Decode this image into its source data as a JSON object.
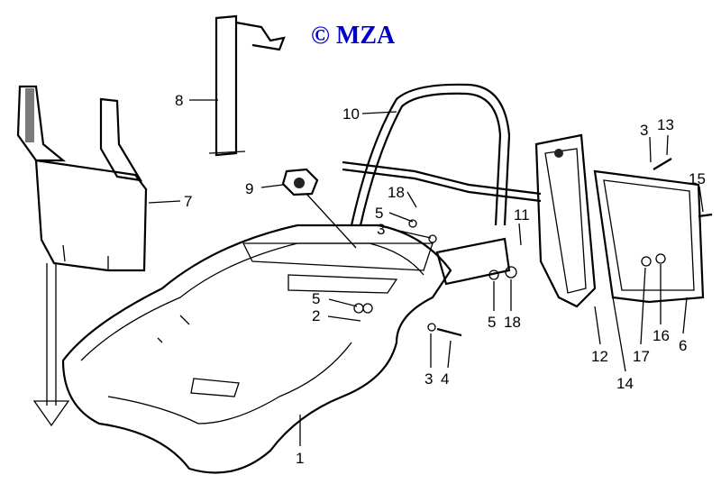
{
  "copyright": "© MZA",
  "colors": {
    "copyright": "#0000cc",
    "ink": "#000000",
    "background": "#ffffff"
  },
  "part_labels": {
    "p8": "8",
    "p10": "10",
    "p9": "9",
    "p7": "7",
    "p18a": "18",
    "p5a": "5",
    "p3a": "3",
    "p11": "11",
    "p3b": "3",
    "p13": "13",
    "p15": "15",
    "p5b": "5",
    "p2": "2",
    "p5c": "5",
    "p18b": "18",
    "p3c": "3",
    "p4": "4",
    "p12": "12",
    "p17": "17",
    "p16": "16",
    "p6": "6",
    "p14": "14",
    "p1": "1"
  }
}
